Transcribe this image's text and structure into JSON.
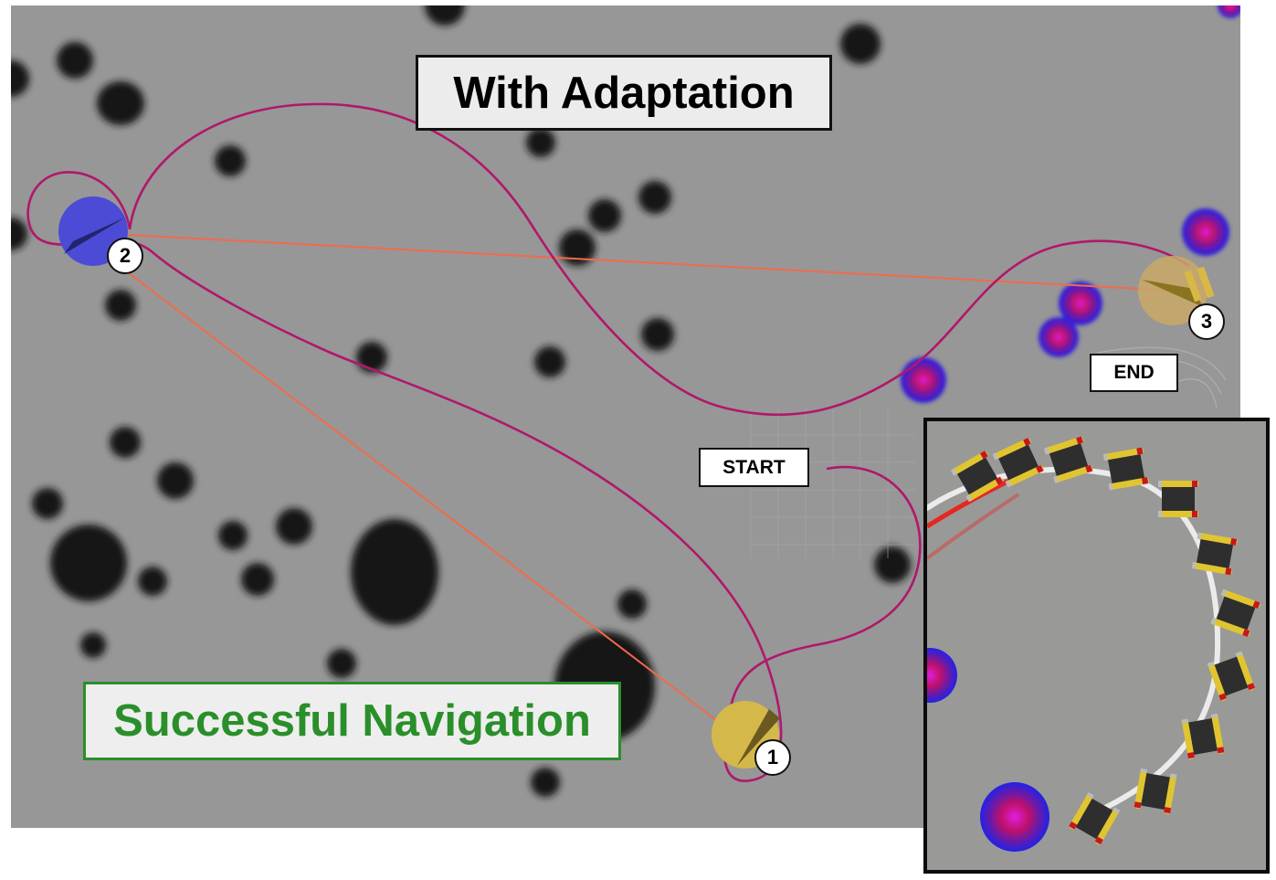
{
  "figure": {
    "title": "With Adaptation",
    "status_label": "Successful Navigation",
    "status_color": "#2a8f2a",
    "markers": {
      "start": "START",
      "end": "END"
    },
    "waypoints": [
      {
        "label": "1",
        "color": "#d4b84a"
      },
      {
        "label": "2",
        "color": "#4b4bd6"
      },
      {
        "label": "3",
        "color": "#c9a866"
      }
    ],
    "colors": {
      "map_background": "#979797",
      "obstacle": "#151515",
      "trajectory": "#b0186a",
      "waypoint_link": "#f26a4a",
      "inset_border": "#0b0b0b"
    },
    "inset": {
      "description": "Close-up of robot poses along curved trajectory"
    }
  }
}
